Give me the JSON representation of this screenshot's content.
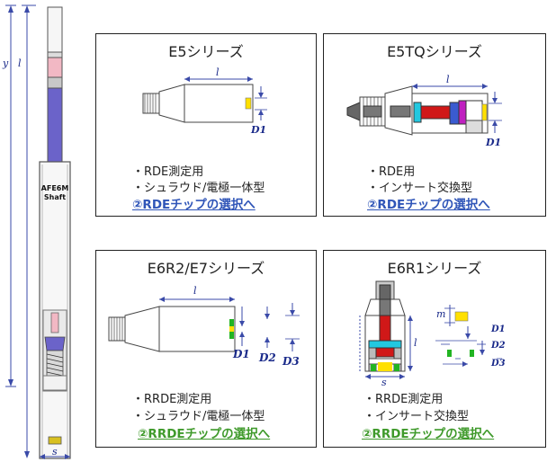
{
  "shaft": {
    "label_line1": "AFE6M",
    "label_line2": "Shaft",
    "dim_y": "y",
    "dim_l": "l",
    "dim_s": "s"
  },
  "panels": [
    {
      "title": "E5シリーズ",
      "bullets": [
        "・RDE測定用",
        "・シュラウド/電極一体型"
      ],
      "link": "②RDEチップの選択へ",
      "dims": {
        "l": "l",
        "d1": "D1"
      }
    },
    {
      "title": "E5TQシリーズ",
      "bullets": [
        "・RDE用",
        "・インサート交換型"
      ],
      "link": "②RDEチップの選択へ",
      "dims": {
        "l": "l",
        "d1": "D1"
      }
    },
    {
      "title": "E6R2/E7シリーズ",
      "bullets": [
        "・RRDE測定用",
        "・シュラウド/電極一体型"
      ],
      "link": "②RRDEチップの選択へ",
      "dims": {
        "l": "l",
        "d1": "D1",
        "d2": "D2",
        "d3": "D3"
      }
    },
    {
      "title": "E6R1シリーズ",
      "bullets": [
        "・RRDE測定用",
        "・インサート交換型"
      ],
      "link": "②RRDEチップの選択へ",
      "dims": {
        "l": "l",
        "m": "m",
        "s": "s",
        "d1": "D1",
        "d2": "D2",
        "d3": "D3"
      }
    }
  ],
  "colors": {
    "shaft_blue": "#6b63c9",
    "shaft_pink": "#f2b8c4",
    "link_blue": "#2f55b8",
    "link_green": "#3f9a2b",
    "tip_yellow": "#ffe000",
    "ring_green": "#22b422",
    "insert_red": "#d01818",
    "insert_cyan": "#22c8e0",
    "insert_magenta": "#c020c0"
  }
}
